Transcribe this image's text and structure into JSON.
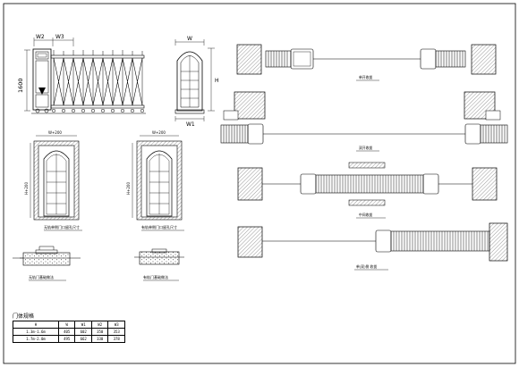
{
  "labels": {
    "dim_w2": "W2",
    "dim_w3": "W3",
    "dim_height": "1600",
    "dim_w": "W",
    "dim_h": "H",
    "dim_w1": "W1",
    "view_a_dim_top": "W+200",
    "view_a_dim_side": "H+200",
    "view_a_caption": "无轨单侧门口留孔尺寸",
    "view_b_dim_top": "W+200",
    "view_b_dim_side": "H+200",
    "view_b_caption": "有轨单侧门口留孔尺寸",
    "section_a_caption": "无轨门基础做法",
    "section_b_caption": "有轨门基础做法",
    "plan_1_caption": "单开收拢",
    "plan_2_caption": "双开收拢",
    "plan_3_caption": "中间收拢",
    "plan_4_caption": "单(双)侧 收拢"
  },
  "table": {
    "title": "门体规格",
    "headers": [
      "H",
      "W",
      "W1",
      "W2",
      "W3"
    ],
    "rows": [
      [
        "1.3m-1.6m",
        "405",
        "602",
        "350",
        "353"
      ],
      [
        "1.7m-2.0m",
        "495",
        "662",
        "330",
        "378"
      ]
    ]
  },
  "colors": {
    "line": "#000000",
    "hatch": "#555555",
    "background": "#ffffff"
  }
}
